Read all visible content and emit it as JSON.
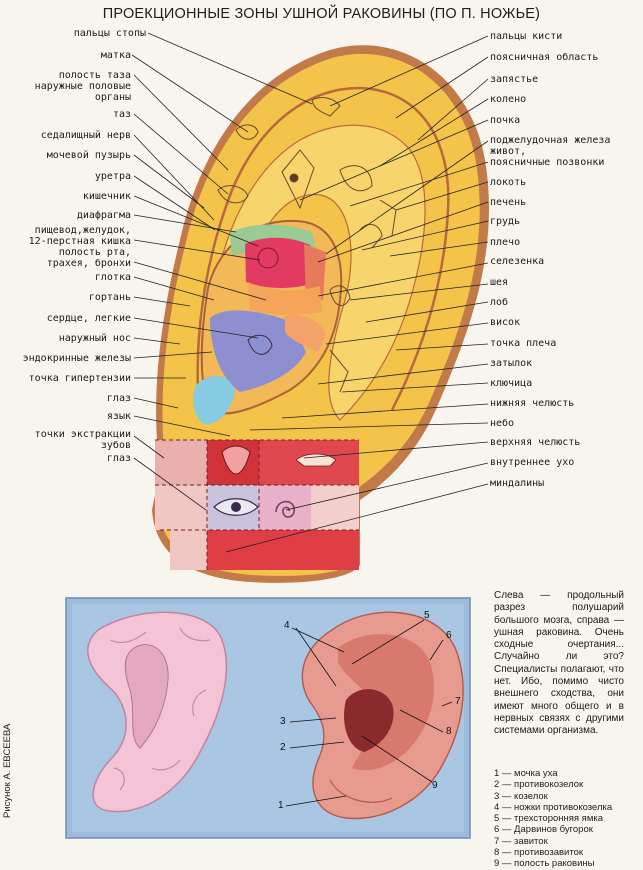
{
  "title": "ПРОЕКЦИОННЫЕ ЗОНЫ УШНОЙ РАКОВИНЫ (ПО П. НОЖЬЕ)",
  "left_labels": [
    "пальцы стопы",
    "матка",
    "полость таза",
    "наружные половые",
    "органы",
    "таз",
    "седалищный нерв",
    "мочевой пузырь",
    "уретра",
    "кишечник",
    "диафрагма",
    "пищевод,желудок,",
    "12-перстная кишка",
    "полость рта,",
    "трахея, бронхи",
    "глотка",
    "гортань",
    "сердце, легкие",
    "наружный нос",
    "эндокринные железы",
    "точка гипертензии",
    "глаз",
    "язык",
    "точки экстракции",
    "зубов",
    "глаз"
  ],
  "right_labels": [
    "пальцы кисти",
    "поясничная область",
    "запястье",
    "колено",
    "почка",
    "поджелудочная железа",
    "живот,",
    "поясничные позвонки",
    "локоть",
    "печень",
    "грудь",
    "плечо",
    "селезенка",
    "шея",
    "лоб",
    "висок",
    "точка плеча",
    "затылок",
    "ключица",
    "нижняя челюсть",
    "небо",
    "верхняя челюсть",
    "внутреннее ухо",
    "миндалины"
  ],
  "caption": "Слева — продольный разрез полушарий большого мозга, справа — ушная раковина. Очень сходные очертания... Случайно ли это? Специалисты полагают, что нет. Ибо, помимо чисто внешнего сходства, они имеют много общего и в нервных связях с другими системами организма.",
  "legend": [
    "1 — мочка уха",
    "2 — противокозелок",
    "3 — козелок",
    "4 — ножки противокозелка",
    "5 — трехсторонняя ямка",
    "6 — Дарвинов бугорок",
    "7 — завиток",
    "8 — противозавиток",
    "9 — полость раковины"
  ],
  "photo_numbers": [
    "1",
    "2",
    "3",
    "4",
    "5",
    "6",
    "7",
    "8",
    "9"
  ],
  "credit": "Рисунок А. ЕВСЕЕВА",
  "colors": {
    "helix_outer": "#c0794a",
    "ear_fill": "#f4c64a",
    "helix_band": "#f6cc5b",
    "inner_outline": "#a5633c",
    "lobe_grid": "#c8403c",
    "cyan_zone": "#7fc8e0",
    "blue_zone": "#8a8ccc",
    "pink_zone": "#e0345e",
    "green_zone": "#8cc08a",
    "photo_frame": "#7ea1c8"
  }
}
